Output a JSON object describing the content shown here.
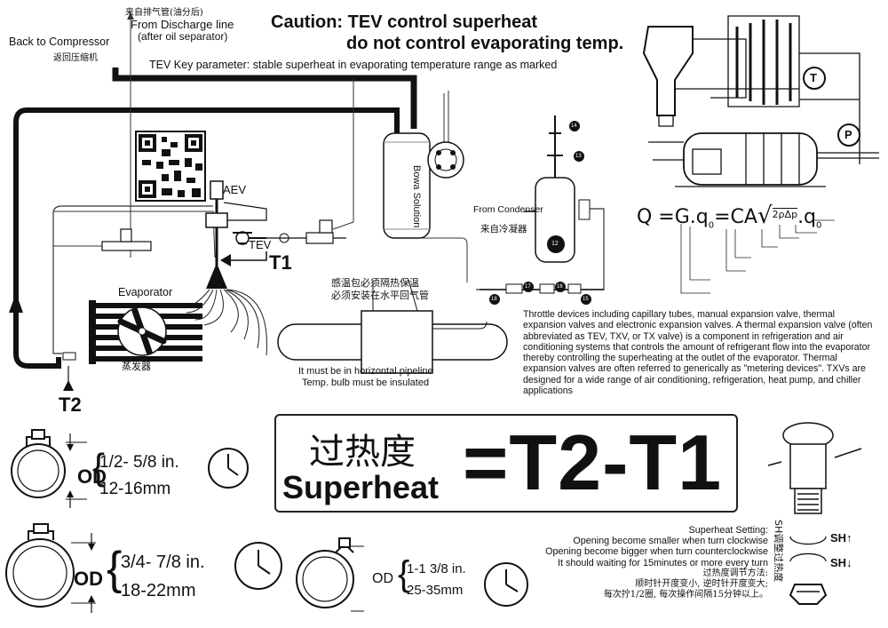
{
  "top_labels": {
    "discharge_cn": "来自排气管(油分后)",
    "discharge_en_1": "From Discharge line",
    "discharge_en_2": "(after oil separator)",
    "compressor_en": "Back to Compressor",
    "compressor_cn": "返回压缩机"
  },
  "caution": {
    "line1": "Caution: TEV control superheat",
    "line2": "do not control evaporating temp.",
    "key_parameter": "TEV Key parameter: stable superheat in evaporating temperature range as marked"
  },
  "components": {
    "aev": "AEV",
    "tev": "TEV",
    "t1": "T1",
    "t2": "T2",
    "evaporator_en": "Evaporator",
    "evaporator_cn": "蒸发器",
    "brand_vertical": "Bowa Solution",
    "from_condenser_en": "From Condenser",
    "from_condenser_cn": "来自冷凝器"
  },
  "numbered_markers": [
    "14",
    "13",
    "12",
    "15",
    "16",
    "17",
    "18"
  ],
  "bulb_note": {
    "cn_1": "感温包必须隔热保温",
    "cn_2": "必须安装在水平回气管",
    "en_1": "It must be in horizontal pipeline",
    "en_2": "Temp. bulb must be insulated"
  },
  "formula": {
    "text": "Q =G.q",
    "sub0": "0",
    "mid": "=CA",
    "root": "2ρΔp",
    "tail": ".q",
    "sub1": "0"
  },
  "description": "Throttle devices including capillary tubes, manual expansion valve, thermal expansion valves and electronic expansion valves. A thermal expansion valve (often abbreviated as TEV, TXV, or TX valve) is a component in refrigeration and air conditioning systems that controls the amount of refrigerant flow into the evaporator thereby controlling the superheating at the outlet of the evaporator. Thermal expansion valves are often referred to generically as \"metering devices\". TXVs are designed for a wide range of air conditioning, refrigeration, heat pump, and chiller applications",
  "superheat": {
    "cn": "过热度",
    "en": "Superheat",
    "equation": "=T2-T1"
  },
  "pipe_sizes": [
    {
      "od": "OD",
      "inch": "1/2- 5/8 in.",
      "mm": "12-16mm"
    },
    {
      "od": "OD",
      "inch": "3/4- 7/8 in.",
      "mm": "18-22mm"
    },
    {
      "od": "OD",
      "inch": "1-1 3/8 in.",
      "mm": "25-35mm"
    }
  ],
  "setting": {
    "title": "Superheat Setting:",
    "line1": "Opening become smaller when turn clockwise",
    "line2": "Opening become bigger when turn counterclockwise",
    "line3": "It should waiting for 15minutes or more every turn",
    "cn_title": "过热度调节方法:",
    "cn_1": "顺时针开度变小, 逆时针开度变大;",
    "cn_2": "每次拧1/2圈, 每次操作间隔15分钟以上。"
  },
  "adjust": {
    "vertical_cn": "SH调整过热度",
    "sh_up": "SH↑",
    "sh_down": "SH↓"
  },
  "schematic_letters": {
    "t": "T",
    "p": "P"
  }
}
